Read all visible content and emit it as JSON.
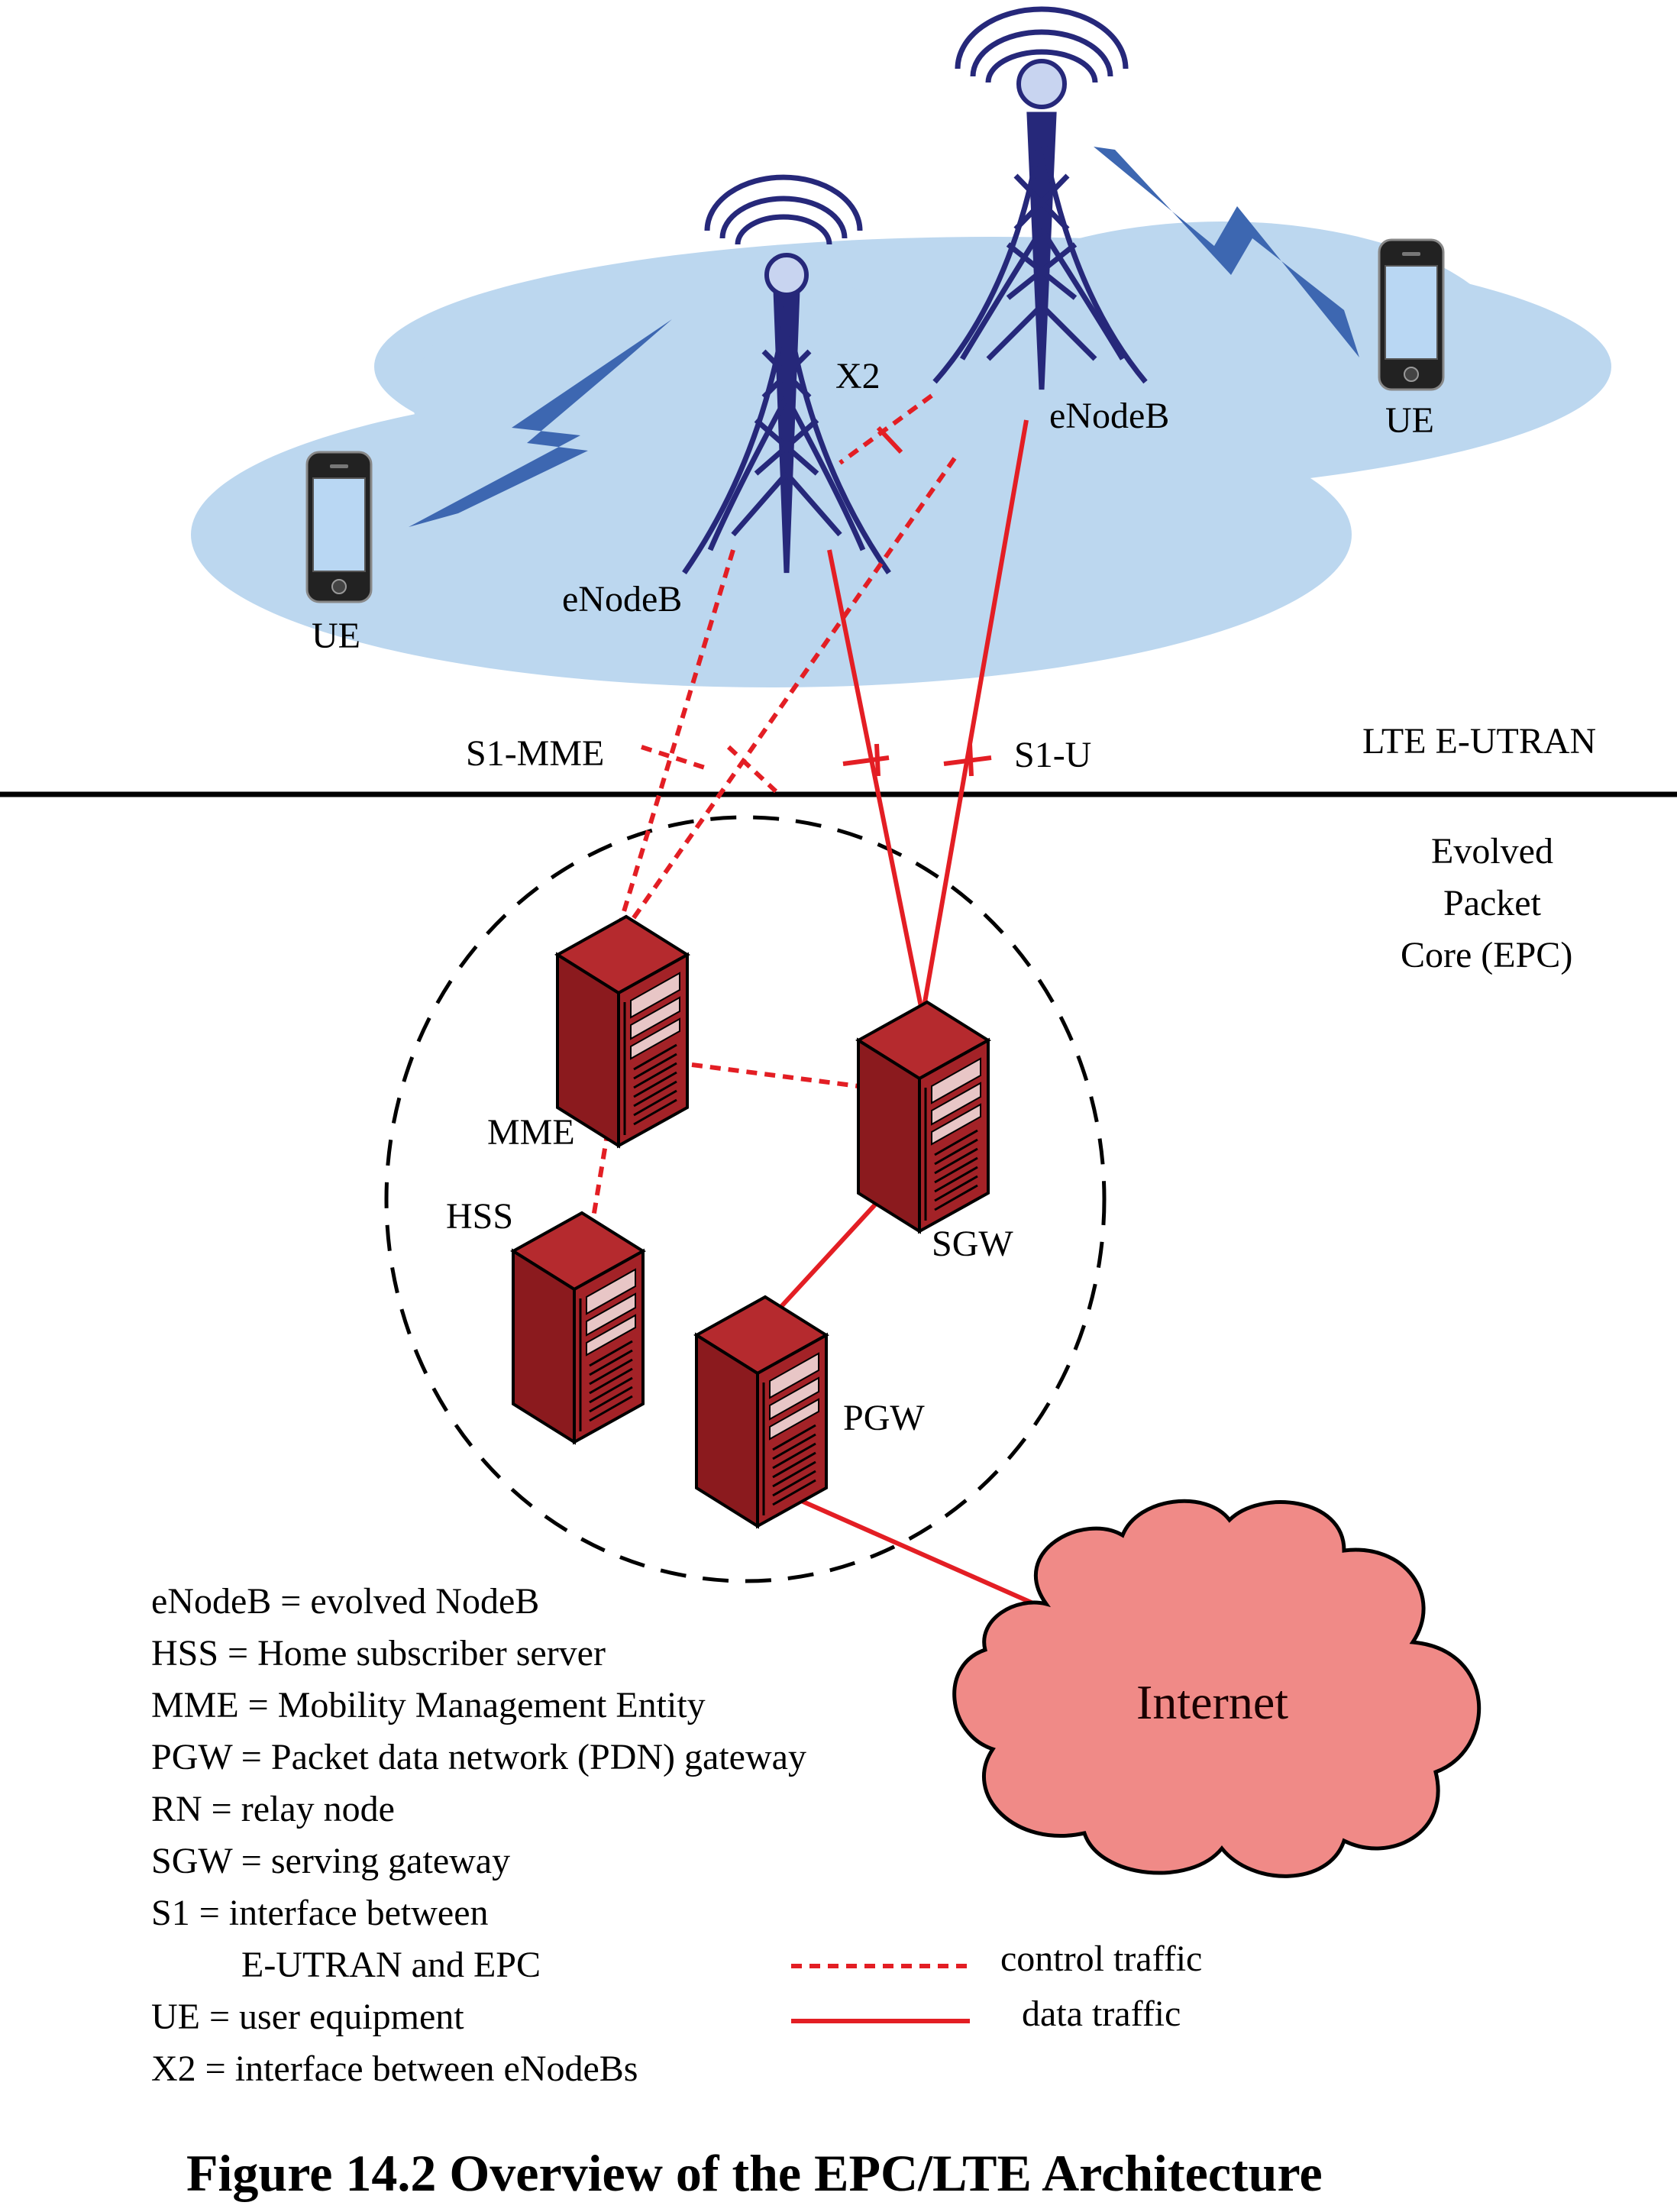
{
  "labels": {
    "ue_left": "UE",
    "ue_right": "UE",
    "enodeb_left": "eNodeB",
    "enodeb_right": "eNodeB",
    "x2": "X2",
    "s1_mme": "S1-MME",
    "s1_u": "S1-U",
    "lte_eutran": "LTE E-UTRAN",
    "epc_line1": "Evolved",
    "epc_line2": "Packet",
    "epc_line3": "Core (EPC)",
    "mme": "MME",
    "hss": "HSS",
    "sgw": "SGW",
    "pgw": "PGW",
    "internet": "Internet"
  },
  "glossary": [
    "eNodeB = evolved NodeB",
    "HSS = Home subscriber server",
    "MME = Mobility Management Entity",
    "PGW = Packet data network (PDN) gateway",
    "RN = relay node",
    "SGW = serving gateway",
    "S1 = interface between",
    "E-UTRAN and EPC",
    "UE = user equipment",
    "X2 = interface between eNodeBs"
  ],
  "legend": {
    "control": "control traffic",
    "data": "data traffic"
  },
  "caption": "Figure 14.2 Overview of the EPC/LTE Architecture",
  "colors": {
    "radio_cloud": "#bcd7ef",
    "tower": "#26287a",
    "lightning": "#3d67b1",
    "link": "#e31e24",
    "server": "#8b1a1e",
    "internet_cloud": "#f08a87"
  },
  "icons": {
    "tower": "cell-tower-icon",
    "phone": "smartphone-icon",
    "server": "server-rack-icon",
    "cloud": "internet-cloud-icon",
    "radio": "lightning-radio-link-icon"
  }
}
